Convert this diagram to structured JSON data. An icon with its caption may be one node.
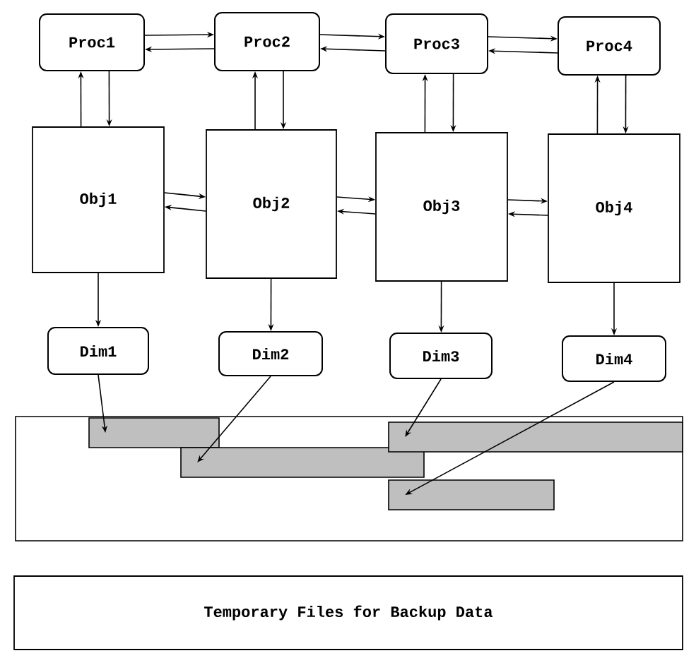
{
  "diagram": {
    "nodes": [
      {
        "text": [
          "Proc1"
        ]
      },
      {
        "text": [
          "Proc2"
        ]
      },
      {
        "text": [
          "Proc3"
        ]
      },
      {
        "text": [
          "Proc4"
        ]
      },
      {
        "text": [
          "Obj1"
        ]
      },
      {
        "text": [
          "Obj2"
        ]
      },
      {
        "text": [
          "Obj3"
        ]
      },
      {
        "text": [
          "Obj4"
        ]
      },
      {
        "text": [
          "Dim1"
        ]
      },
      {
        "text": [
          "Dim2"
        ]
      },
      {
        "text": [
          "Dim3"
        ]
      },
      {
        "text": [
          "Dim4"
        ]
      },
      {
        "text": [],
        "shape": "box"
      },
      {
        "text": [],
        "shape": "bar",
        "in": 12
      },
      {
        "text": [],
        "shape": "bar",
        "in": 12
      },
      {
        "text": [],
        "shape": "bar",
        "in": 12
      },
      {
        "text": [],
        "shape": "bar",
        "in": 12
      },
      {
        "text": [
          "Temporary Files for Backup Data"
        ]
      }
    ],
    "edges": [
      {
        "from": 0,
        "to": 1,
        "arrow": "to"
      },
      {
        "from": 1,
        "to": 0,
        "arrow": "to"
      },
      {
        "from": 1,
        "to": 2,
        "arrow": "to"
      },
      {
        "from": 2,
        "to": 1,
        "arrow": "to"
      },
      {
        "from": 2,
        "to": 3,
        "arrow": "to"
      },
      {
        "from": 3,
        "to": 2,
        "arrow": "to"
      },
      {
        "from": 4,
        "to": 0,
        "arrow": "to"
      },
      {
        "from": 0,
        "to": 4,
        "arrow": "to"
      },
      {
        "from": 5,
        "to": 1,
        "arrow": "to"
      },
      {
        "from": 1,
        "to": 5,
        "arrow": "to"
      },
      {
        "from": 6,
        "to": 2,
        "arrow": "to"
      },
      {
        "from": 2,
        "to": 6,
        "arrow": "to"
      },
      {
        "from": 7,
        "to": 3,
        "arrow": "to"
      },
      {
        "from": 3,
        "to": 7,
        "arrow": "to"
      },
      {
        "from": 4,
        "to": 5,
        "arrow": "to"
      },
      {
        "from": 5,
        "to": 4,
        "arrow": "to"
      },
      {
        "from": 5,
        "to": 6,
        "arrow": "to"
      },
      {
        "from": 6,
        "to": 5,
        "arrow": "to"
      },
      {
        "from": 6,
        "to": 7,
        "arrow": "to"
      },
      {
        "from": 7,
        "to": 6,
        "arrow": "to"
      },
      {
        "from": 4,
        "to": 8,
        "arrow": "to"
      },
      {
        "from": 5,
        "to": 9,
        "arrow": "to"
      },
      {
        "from": 6,
        "to": 10,
        "arrow": "to"
      },
      {
        "from": 7,
        "to": 11,
        "arrow": "to"
      },
      {
        "from": 8,
        "to": 13,
        "arrow": "to"
      },
      {
        "from": 9,
        "to": 14,
        "arrow": "to"
      },
      {
        "from": 10,
        "to": 15,
        "arrow": "to"
      },
      {
        "from": 11,
        "to": 16,
        "arrow": "to"
      }
    ]
  }
}
